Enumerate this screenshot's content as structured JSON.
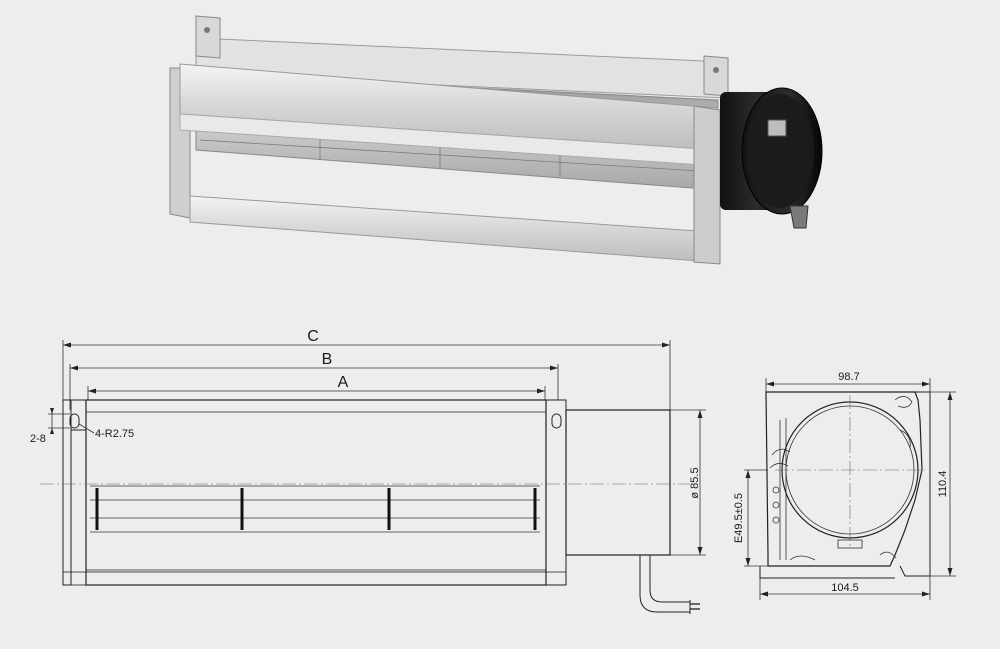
{
  "front_view": {
    "dim_c": "C",
    "dim_b": "B",
    "dim_a": "A",
    "dim_hole_spacing": "2-8",
    "dim_corner_radius": "4-R2.75",
    "dim_motor_diameter": "ø 85.5"
  },
  "side_view": {
    "dim_top_width": "98.7",
    "dim_height": "110.4",
    "dim_bottom_width": "104.5",
    "dim_outlet": "E49.5±0.5"
  }
}
